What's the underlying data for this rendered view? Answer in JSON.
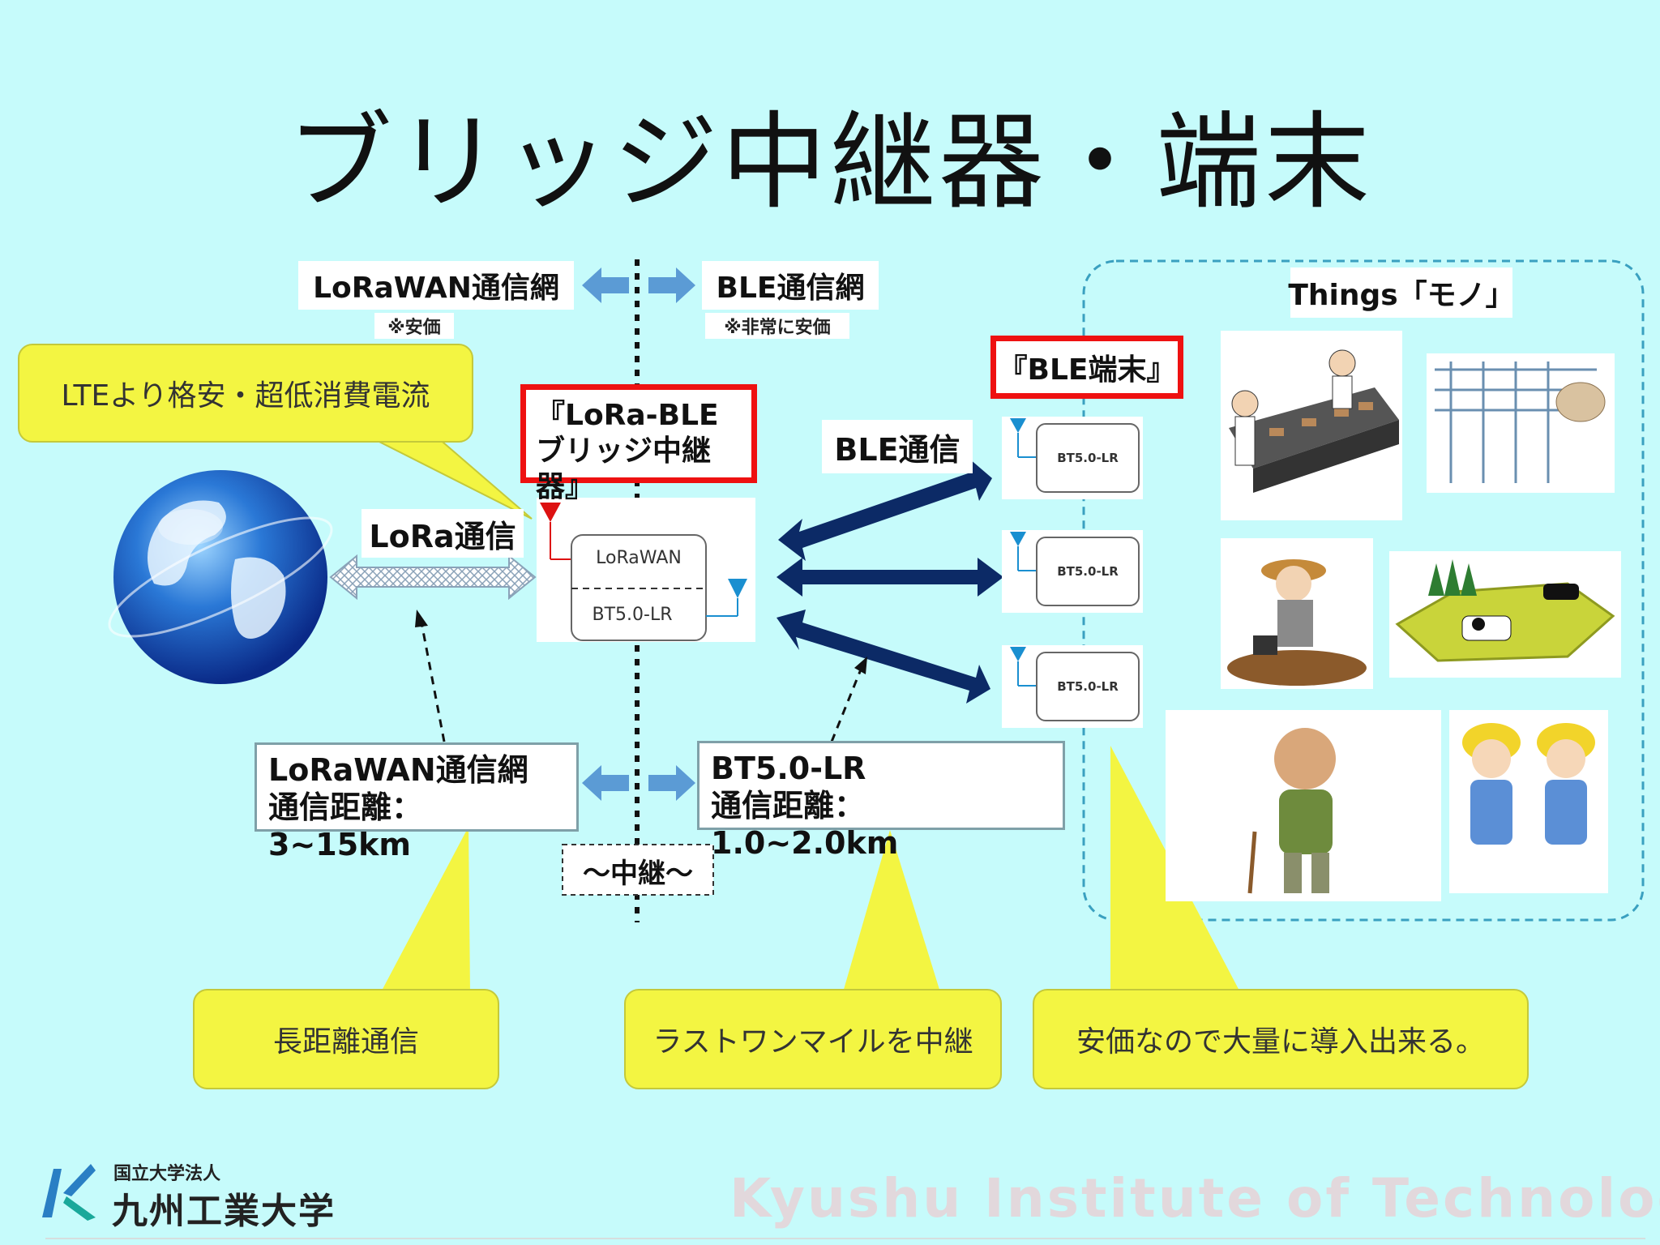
{
  "title": "ブリッジ中継器・端末",
  "top_labels": {
    "lorawan_net": "LoRaWAN通信網",
    "lorawan_note": "※安価",
    "ble_net": "BLE通信網",
    "ble_note": "※非常に安価"
  },
  "things_label": "Things「モノ」",
  "callouts": {
    "lte": "LTEより格安・超低消費電流",
    "long_range": "長距離通信",
    "last_one_mile": "ラストワンマイルを中継",
    "cheap_mass": "安価なので大量に導入出来る。"
  },
  "bridge": {
    "title_line1": "『LoRa-BLE",
    "title_line2": "ブリッジ中継器』",
    "top_text": "LoRaWAN",
    "bottom_text": "BT5.0-LR"
  },
  "ble_terminal_label": "『BLE端末』",
  "ble_comm_label": "BLE通信",
  "lora_comm_label": "LoRa通信",
  "devices": [
    "BT5.0-LR",
    "BT5.0-LR",
    "BT5.0-LR"
  ],
  "info_lorawan": {
    "line1": "LoRaWAN通信網",
    "line2": "通信距離：3~15km"
  },
  "info_bt": {
    "line1": "BT5.0-LR",
    "line2": "通信距離：1.0~2.0km"
  },
  "relay_label": "～中継～",
  "footer": {
    "small": "国立大学法人",
    "name": "九州工業大学",
    "watermark": "Kyushu Institute of Technology"
  },
  "colors": {
    "background": "#c6fbfb",
    "callout": "#f3f542",
    "red_frame": "#ee1111",
    "arrow_navy": "#0c2a66",
    "arrow_blue": "#5b9bd5"
  },
  "icons": {
    "globe": "globe-icon",
    "antenna": "antenna-icon",
    "things": [
      "factory-workers-image",
      "aquaculture-image",
      "farmer-image",
      "cattle-pasture-image",
      "elderly-man-image",
      "school-children-image"
    ],
    "logo": "kyutech-logo-icon"
  }
}
